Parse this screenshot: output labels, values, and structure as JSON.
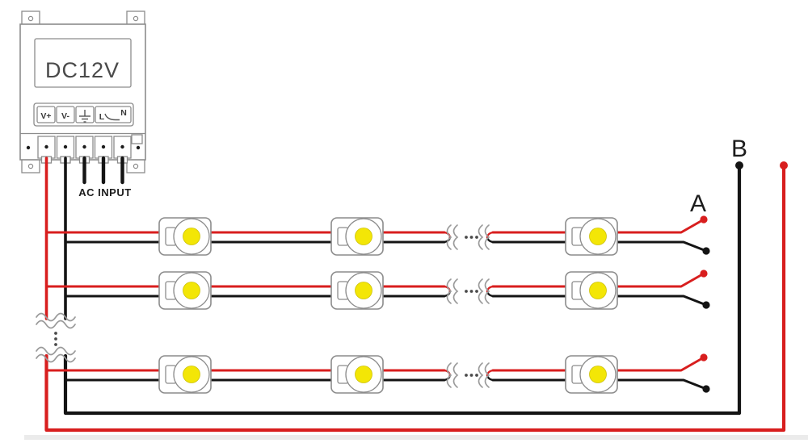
{
  "diagram": {
    "power_supply": {
      "voltage_label": "DC12V",
      "terminals": {
        "v_plus": "V+",
        "v_minus": "V-",
        "line": "L",
        "neutral": "N"
      },
      "ac_input_label": "AC INPUT"
    },
    "connection_labels": {
      "a": "A",
      "b": "B"
    },
    "led_rows": {
      "count": 3,
      "modules_shown_per_row": 3
    },
    "colors": {
      "positive_wire": "#d81e1e",
      "negative_wire": "#141414",
      "component_outline": "#8c8c8c",
      "led_yellow": "#f3e606",
      "break_symbol_gray": "#9a9a9a",
      "background": "#ffffff"
    }
  }
}
